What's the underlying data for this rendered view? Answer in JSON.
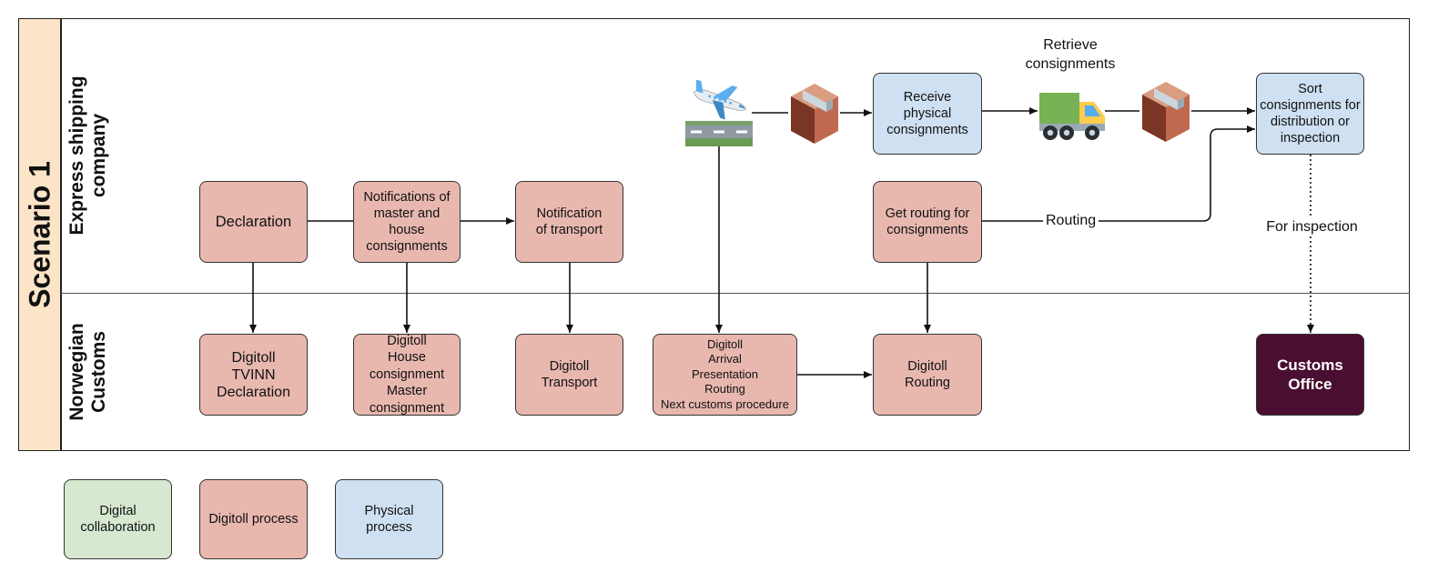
{
  "scenario_title": "Scenario 1",
  "lanes": {
    "express": "Express shipping\ncompany",
    "customs": "Norwegian\nCustoms"
  },
  "boxes": {
    "declaration": "Declaration",
    "notifications_consignments": "Notifications of\nmaster and\nhouse\nconsignments",
    "notification_transport": "Notification\nof transport",
    "receive_physical": "Receive\nphysical\nconsignments",
    "sort_consignments": "Sort\nconsignments for\ndistribution or\ninspection",
    "get_routing": "Get routing for\nconsignments",
    "digitoll_tvinn": "Digitoll\nTVINN\nDeclaration",
    "digitoll_house_master": "Digitoll\nHouse\nconsignment\nMaster\nconsignment",
    "digitoll_transport": "Digitoll\nTransport",
    "digitoll_arrival": "Digitoll\nArrival\nPresentation\nRouting\nNext customs procedure",
    "digitoll_routing": "Digitoll\nRouting",
    "customs_office": "Customs\nOffice"
  },
  "edge_labels": {
    "retrieve": "Retrieve\nconsignments",
    "routing": "Routing",
    "for_inspection": "For inspection"
  },
  "legend": {
    "digital_collaboration": "Digital\ncollaboration",
    "digitoll_process": "Digitoll process",
    "physical_process": "Physical\nprocess"
  },
  "icons": [
    "airplane-landing-icon",
    "package-icon",
    "truck-icon"
  ],
  "colors": {
    "digitoll_process": "#e8b8af",
    "physical_process": "#cfe0f2",
    "digital_collaboration": "#d6e8d0",
    "customs_office": "#4a0f30",
    "scenario_band": "#fce4c8"
  }
}
